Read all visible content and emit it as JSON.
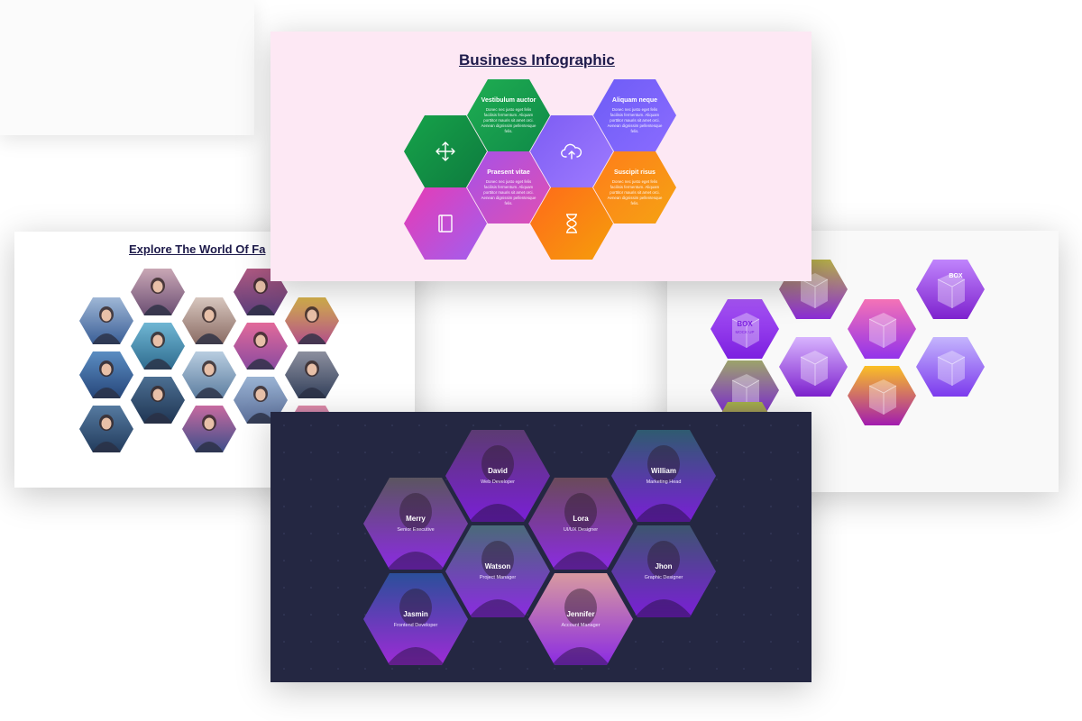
{
  "business": {
    "title": "Business Infographic",
    "hexes": [
      {
        "title": "Vestibulum auctor",
        "body": "Donec nec justo eget felis facilisis fermentum. Aliquam porttitor mauris sit amet orci. Aenean dignissim pellentesque felis."
      },
      {
        "title": "Aliquam neque",
        "body": "Donec nec justo eget felis facilisis fermentum. Aliquam porttitor mauris sit amet orci. Aenean dignissim pellentesque felis."
      },
      {
        "title": "Praesent vitae",
        "body": "Donec nec justo eget felis facilisis fermentum. Aliquam porttitor mauris sit amet orci. Aenean dignissim pellentesque felis."
      },
      {
        "title": "Suscipit risus",
        "body": "Donec nec justo eget felis facilisis fermentum. Aliquam porttitor mauris sit amet orci. Aenean dignissim pellentesque felis."
      }
    ],
    "icons": [
      "move-arrows-icon",
      "cloud-upload-icon",
      "book-icon",
      "hourglass-icon"
    ],
    "colors": {
      "green": "#1b9a4a",
      "violet": "#8b5cf6",
      "magenta": "#d93fc4",
      "orange": "#fb7a14"
    }
  },
  "fashion": {
    "title": "Explore The World Of Fa"
  },
  "team": {
    "members": [
      {
        "name": "David",
        "role": "Web Developer"
      },
      {
        "name": "William",
        "role": "Marketing Head"
      },
      {
        "name": "Merry",
        "role": "Senior Executive"
      },
      {
        "name": "Lora",
        "role": "UI/UX Designer"
      },
      {
        "name": "Watson",
        "role": "Project Manager"
      },
      {
        "name": "Jhon",
        "role": "Graphic Designer"
      },
      {
        "name": "Jasmin",
        "role": "Frontend Developer"
      },
      {
        "name": "Jennifer",
        "role": "Account Manager"
      }
    ],
    "colors": {
      "background": "#242742",
      "overlay": "#8b2be2"
    }
  },
  "packaging": {
    "box_labels": [
      "BOX",
      "MOCK UP",
      "BOX"
    ]
  }
}
